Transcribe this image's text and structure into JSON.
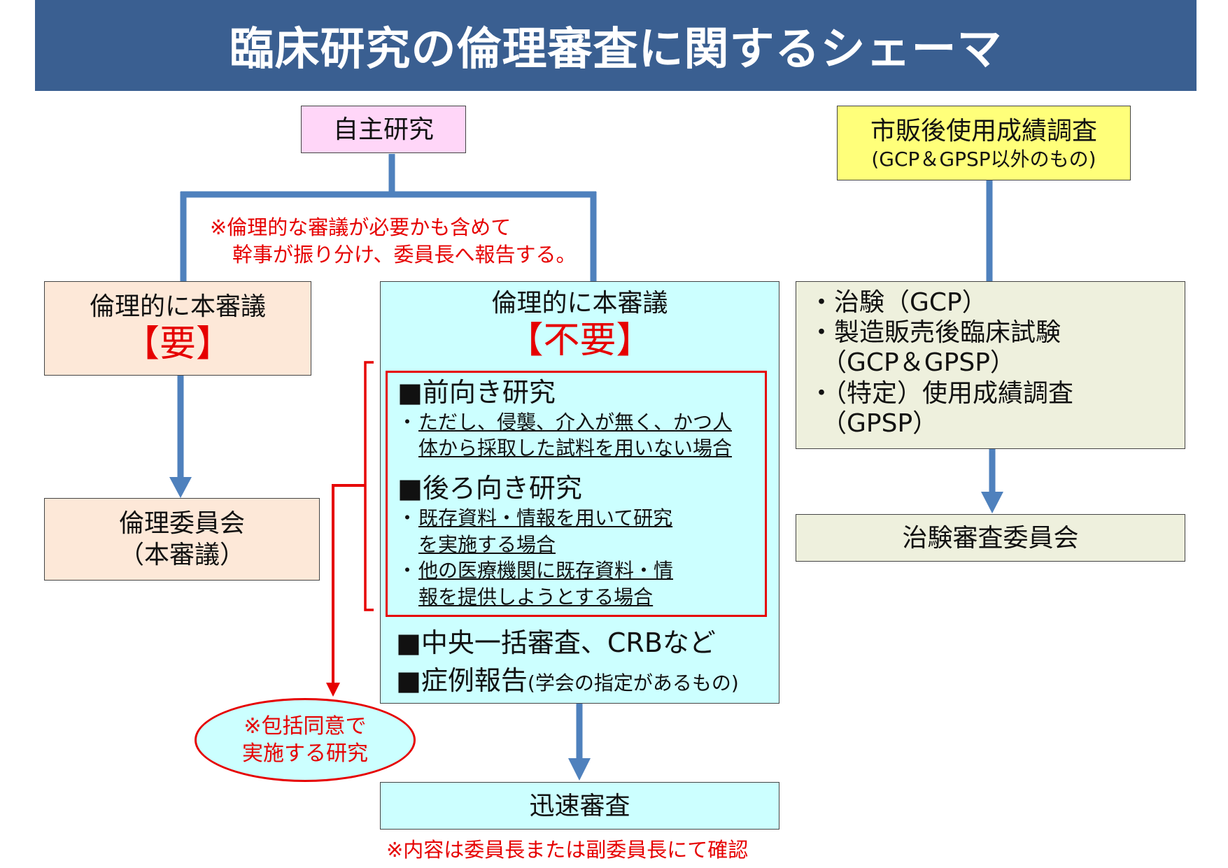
{
  "title": "臨床研究の倫理審査に関するシェーマ",
  "jishu": "自主研究",
  "shihan": {
    "line1": "市販後使用成績調査",
    "line2": "(GCP＆GPSP以外のもの)"
  },
  "note_top": {
    "line1": "※倫理的な審議が必要かも含めて",
    "line2": "幹事が振り分け、委員長へ報告する。"
  },
  "need": {
    "line1": "倫理的に本審議",
    "line2": "【要】"
  },
  "noneed": {
    "line1": "倫理的に本審議",
    "line2": "【不要】",
    "sections": [
      {
        "title": "■前向き研究",
        "items": [
          {
            "bullet": "・",
            "lines": [
              "ただし、侵襲、介入が無く、かつ人",
              "体から採取した試料を用いない場合"
            ]
          }
        ]
      },
      {
        "title": "■後ろ向き研究",
        "items": [
          {
            "bullet": "・",
            "lines": [
              "既存資料・情報を用いて研究",
              "を実施する場合"
            ]
          },
          {
            "bullet": "・",
            "lines": [
              "他の医療機関に既存資料・情",
              "報を提供しようとする場合"
            ]
          }
        ]
      }
    ],
    "extra1": "■中央一括審査、CRBなど",
    "extra2_main": "■症例報告",
    "extra2_small": "(学会の指定があるもの)"
  },
  "committee": {
    "line1": "倫理委員会",
    "line2": "（本審議）"
  },
  "gcp_list": [
    "・治験（GCP）",
    "・製造販売後臨床試験",
    "　（GCP＆GPSP）",
    "・（特定）使用成績調査",
    "　（GPSP）"
  ],
  "chiken": "治験審査委員会",
  "ellipse": {
    "line1": "※包括同意で",
    "line2": "実施する研究"
  },
  "jinsoku": "迅速審査",
  "note_bottom": "※内容は委員長または副委員長にて確認",
  "colors": {
    "header": "#3a5f91",
    "arrow": "#4f81bd",
    "red": "#e60000"
  }
}
